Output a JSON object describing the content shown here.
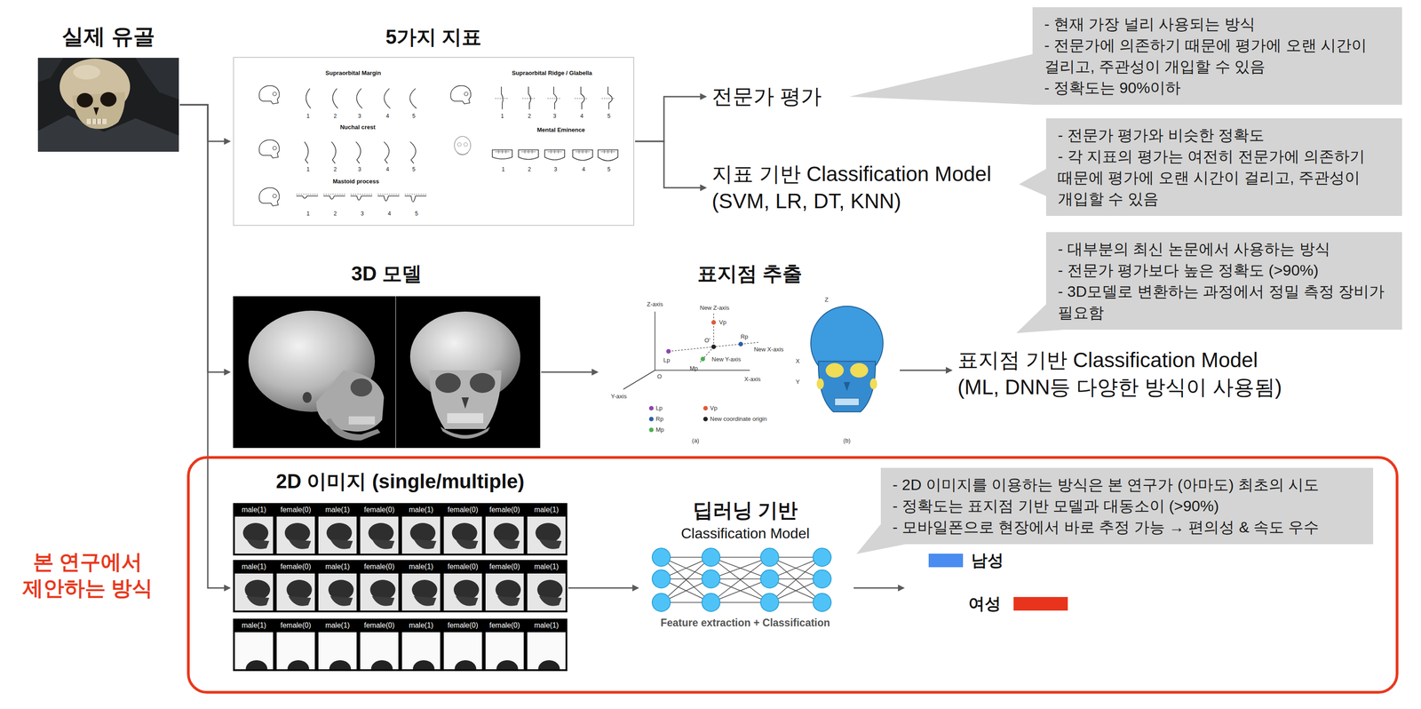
{
  "diagram": {
    "nodes": [
      {
        "text": [
          "실제 유골"
        ]
      },
      {
        "text": [
          "5가지 지표",
          "Supraorbital Margin",
          "1",
          "2",
          "3",
          "4",
          "5",
          "Supraorbital Ridge / Glabella",
          "1",
          "2",
          "3",
          "4",
          "5",
          "Nuchal crest",
          "1",
          "2",
          "3",
          "4",
          "5",
          "Mental Eminence",
          "1",
          "2",
          "3",
          "4",
          "5",
          "Mastoid process",
          "1",
          "2",
          "3",
          "4",
          "5"
        ]
      },
      {
        "text": [
          "전문가 평가"
        ]
      },
      {
        "text": [
          "- 현재 가장 널리 사용되는 방식",
          "- 전문가에 의존하기 때문에 평가에 오랜 시간이 걸리고, 주관성이 개입할 수 있음",
          "- 정확도는 90%이하"
        ]
      },
      {
        "text": [
          "지표 기반 Classification Model",
          "(SVM, LR, DT, KNN)"
        ]
      },
      {
        "text": [
          "- 전문가 평가와 비슷한 정확도",
          "- 각 지표의 평가는 여전히 전문가에 의존하기 때문에 평가에 오랜 시간이 걸리고, 주관성이 개입할 수 있음"
        ]
      },
      {
        "text": [
          "- 대부분의 최신 논문에서 사용하는 방식",
          "- 전문가 평가보다 높은 정확도 (>90%)",
          "- 3D모델로 변환하는 과정에서 정밀 측정 장비가 필요함"
        ]
      },
      {
        "text": [
          "3D 모델"
        ]
      },
      {
        "text": [
          "표지점 추출",
          "Z-axis",
          "New Z-axis",
          "Vp",
          "O'",
          "Rp",
          "Lp",
          "Mp",
          "New X-axis",
          "New Y-axis",
          "O",
          "X-axis",
          "Y-axis",
          "Lp",
          "Vp",
          "Rp",
          "New coordinate origin",
          "Mp",
          "(a)",
          "(b)",
          "Z",
          "X",
          "Y"
        ]
      },
      {
        "text": [
          "표지점 기반 Classification Model",
          "(ML, DNN등 다양한 방식이 사용됨)"
        ]
      },
      {
        "text": [
          "본 연구에서 제안하는 방식"
        ]
      },
      {
        "text": [
          "2D 이미지 (single/multiple)",
          "male(1)",
          "female(0)",
          "male(1)",
          "female(0)",
          "male(1)",
          "female(0)",
          "female(0)",
          "male(1)",
          "male(1)",
          "female(0)",
          "male(1)",
          "female(0)",
          "male(1)",
          "female(0)",
          "female(0)",
          "male(1)",
          "male(1)",
          "female(0)",
          "male(1)",
          "female(0)",
          "male(1)",
          "female(0)",
          "female(0)",
          "male(1)"
        ],
        "in": 10
      },
      {
        "text": [
          "딥러닝 기반",
          "Classification Model",
          "Feature extraction + Classification"
        ],
        "in": 10
      },
      {
        "text": [
          "- 2D 이미지를 이용하는 방식은 본 연구가 (아마도) 최초의 시도",
          "- 정확도는 표지점 기반 모델과 대동소이 (>90%)",
          "- 모바일폰으로 현장에서 바로 추정 가능 → 편의성 & 속도 우수"
        ],
        "in": 10
      }
    ],
    "edges": [
      {
        "from": 0,
        "to": 1,
        "arrow": "to"
      },
      {
        "from": 0,
        "to": 7,
        "arrow": "to"
      },
      {
        "from": 0,
        "to": 11,
        "arrow": "to"
      },
      {
        "from": 1,
        "to": 2,
        "arrow": "to"
      },
      {
        "from": 1,
        "to": 4,
        "arrow": "to"
      },
      {
        "from": 7,
        "to": 8,
        "arrow": "to"
      },
      {
        "from": 8,
        "to": 9,
        "arrow": "to"
      },
      {
        "from": 11,
        "to": 12,
        "arrow": "to"
      }
    ],
    "legend": [
      {
        "text": "남성",
        "color": "#4a8cf0"
      },
      {
        "text": "여성",
        "color": "#e8341c"
      }
    ]
  }
}
